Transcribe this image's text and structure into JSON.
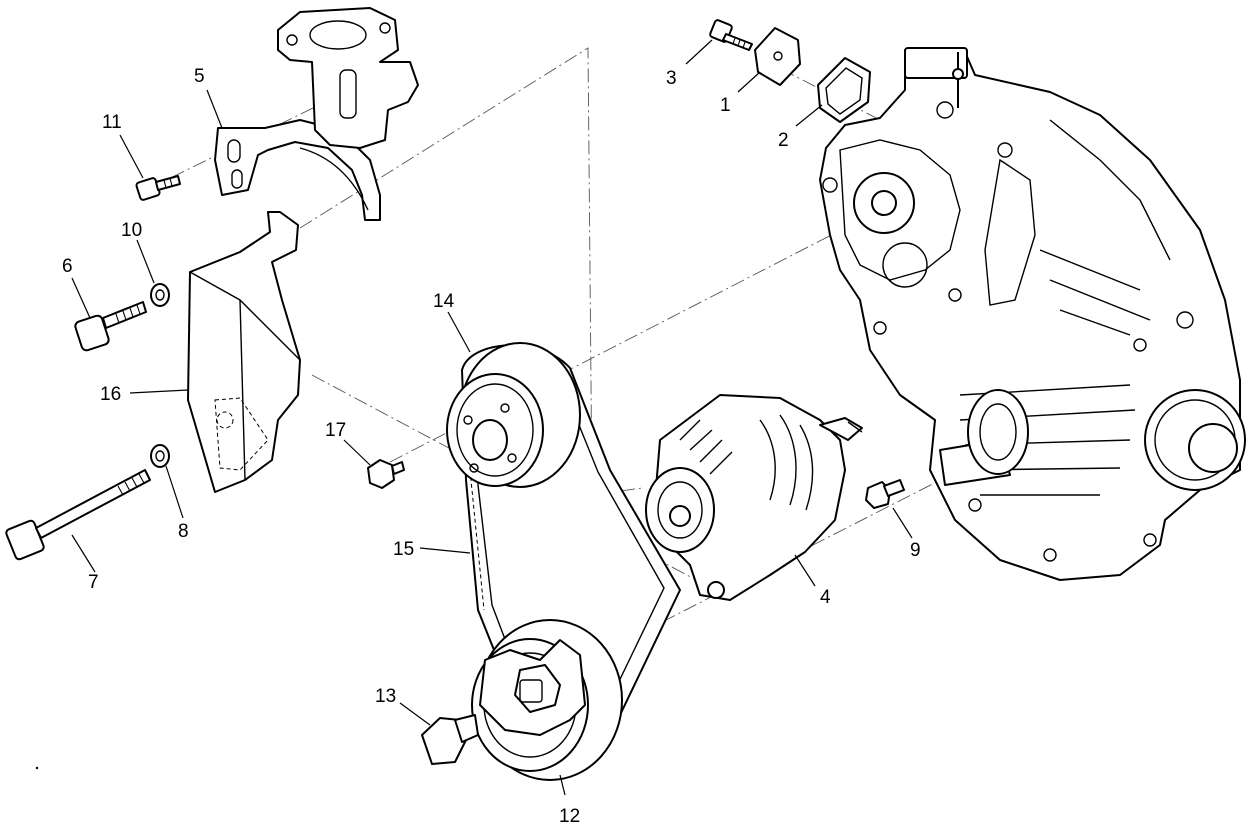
{
  "callouts": [
    "1",
    "2",
    "3",
    "4",
    "5",
    "6",
    "7",
    "8",
    "9",
    "10",
    "11",
    "12",
    "13",
    "14",
    "15",
    "16",
    "17"
  ],
  "parts": [
    {
      "callout": "1",
      "part": "cover-plate"
    },
    {
      "callout": "2",
      "part": "gasket"
    },
    {
      "callout": "3",
      "part": "bolt"
    },
    {
      "callout": "4",
      "part": "alternator"
    },
    {
      "callout": "5",
      "part": "alternator-adjusting-bracket"
    },
    {
      "callout": "6",
      "part": "bolt"
    },
    {
      "callout": "7",
      "part": "long-bolt"
    },
    {
      "callout": "8",
      "part": "washer"
    },
    {
      "callout": "9",
      "part": "stud"
    },
    {
      "callout": "10",
      "part": "washer"
    },
    {
      "callout": "11",
      "part": "bolt"
    },
    {
      "callout": "12",
      "part": "crankshaft-pulley"
    },
    {
      "callout": "13",
      "part": "pulley-bolt"
    },
    {
      "callout": "14",
      "part": "water-pump-pulley"
    },
    {
      "callout": "15",
      "part": "v-belt"
    },
    {
      "callout": "16",
      "part": "belt-guard"
    },
    {
      "callout": "17",
      "part": "nut"
    }
  ]
}
